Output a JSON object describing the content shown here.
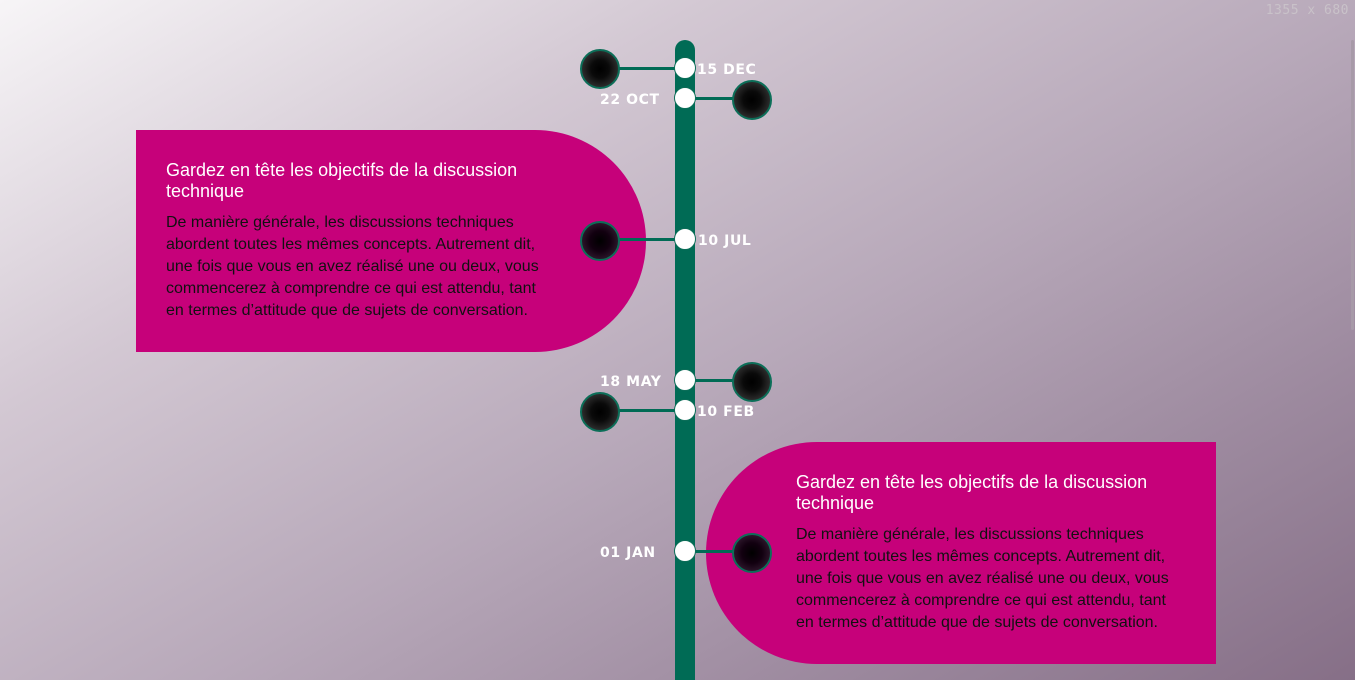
{
  "viewport_readout": "1355 x 680",
  "colors": {
    "spine": "#006b55",
    "card": "#c6017a",
    "node": "#ffffff",
    "date_text": "#ffffff",
    "card_title": "#ffffff",
    "card_body": "#111111"
  },
  "timeline": {
    "events": [
      {
        "date": "15 DEC",
        "bead_side": "left"
      },
      {
        "date": "22 OCT",
        "bead_side": "right"
      },
      {
        "date": "10 JUL",
        "bead_side": "left"
      },
      {
        "date": "18 MAY",
        "bead_side": "right"
      },
      {
        "date": "10 FEB",
        "bead_side": "left"
      },
      {
        "date": "01 JAN",
        "bead_side": "right"
      }
    ],
    "cards": [
      {
        "title": "Gardez en tête les objectifs de la discussion technique",
        "body": "De manière générale, les discussions techniques abordent toutes les mêmes concepts. Autrement dit, une fois que vous en avez réalisé une ou deux, vous commencerez à comprendre ce qui est attendu, tant en termes d’attitude que de sujets de conversation."
      },
      {
        "title": "Gardez en tête les objectifs de la discussion technique",
        "body": "De manière générale, les discussions techniques abordent toutes les mêmes concepts. Autrement dit, une fois que vous en avez réalisé une ou deux, vous commencerez à comprendre ce qui est attendu, tant en termes d’attitude que de sujets de conversation."
      }
    ]
  }
}
